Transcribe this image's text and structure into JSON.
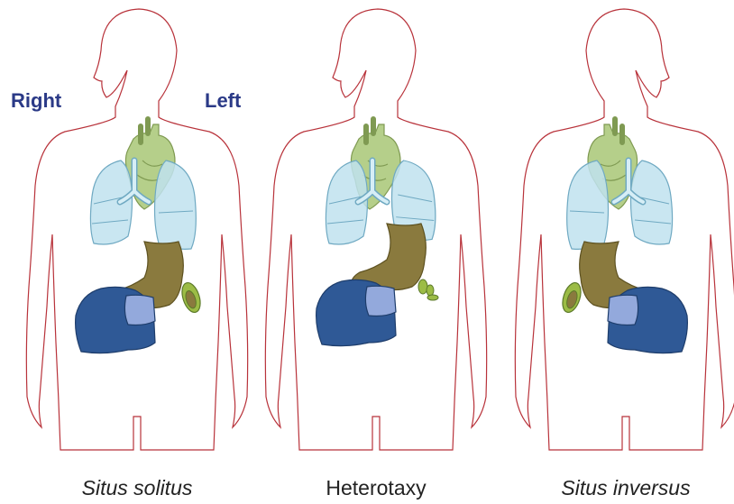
{
  "labels": {
    "right": "Right",
    "left": "Left"
  },
  "figures": [
    {
      "caption": "Situs solitus",
      "italic": true,
      "arrangement": "normal"
    },
    {
      "caption": "Heterotaxy",
      "italic": false,
      "arrangement": "heterotaxy"
    },
    {
      "caption": "Situs inversus",
      "italic": true,
      "arrangement": "mirrored"
    }
  ],
  "colors": {
    "outline": "#b8323a",
    "heart": "#b5cf8a",
    "lung": "#bfe2ee",
    "lung_edge": "#6fa9c2",
    "trachea": "#d6eef6",
    "stomach": "#8a7a3e",
    "liver": "#2f5996",
    "gallbladder": "#93a9dc",
    "spleen": "#9cbc46",
    "label": "#2b3a87"
  }
}
